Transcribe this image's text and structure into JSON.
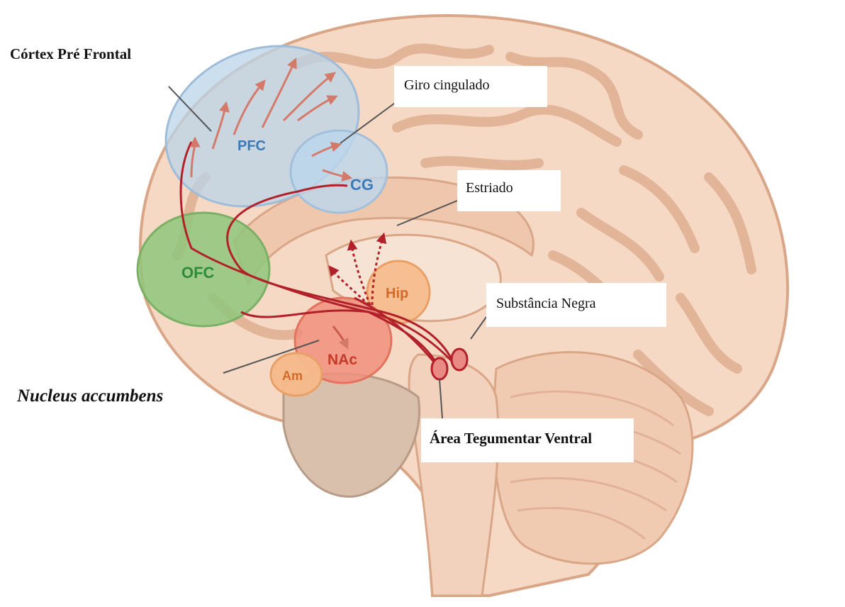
{
  "labels": {
    "prefrontal_cortex": "Córtex Pré Frontal",
    "cingulate_gyrus": "Giro cingulado",
    "striatum": "Estriado",
    "substantia_nigra": "Substância Negra",
    "nucleus_accumbens": "Nucleus accumbens",
    "ventral_tegmental_area": "Área Tegumentar Ventral"
  },
  "regions": {
    "pfc": "PFC",
    "cg": "CG",
    "ofc": "OFC",
    "hip": "Hip",
    "nac": "NAc",
    "am": "Am"
  },
  "colors": {
    "brain_fill": "#f5d9c4",
    "gyri_stroke": "#e0b597",
    "pfc": "#3a78b8",
    "ofc": "#2e8b3a",
    "hip": "#d46a2a",
    "nac": "#c43b2a",
    "pathway": "#b2202a"
  }
}
